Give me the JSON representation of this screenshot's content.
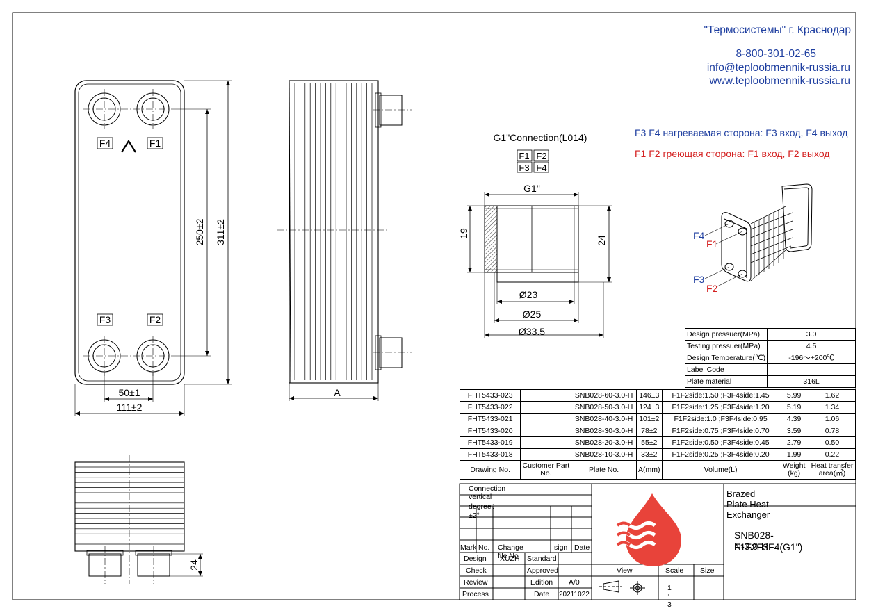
{
  "company": {
    "name": "\"Термосистемы\" г. Краснодар",
    "phone": "8-800-301-02-65",
    "email": "info@teploobmennik-russia.ru",
    "website": "www.teploobmennik-russia.ru"
  },
  "notes": {
    "f3f4": "F3 F4 нагреваемая сторона: F3  вход, F4 выход",
    "f1f2": "F1 F2 греющая сторона: F1  вход, F2 выход",
    "f3f4_color": "#1f3fa0",
    "f1f2_color": "#d42020"
  },
  "front_view": {
    "ports": [
      "F4",
      "F1",
      "F3",
      "F2"
    ],
    "dim_height_inner": "250±2",
    "dim_height_outer": "311±2",
    "dim_port_spacing": "50±1",
    "dim_width": "111±2"
  },
  "side_view": {
    "dim_a": "A"
  },
  "bottom_view": {
    "dim_24": "24"
  },
  "connection": {
    "title": "G1\"Connection(L014)",
    "legend": [
      "F1",
      "F2",
      "F3",
      "F4"
    ],
    "thread": "G1\"",
    "dim_19": "19",
    "dim_24": "24",
    "dia_23": "Ø23",
    "dia_25": "Ø25",
    "dia_33": "Ø33.5"
  },
  "iso_view": {
    "labels": [
      "F4",
      "F1",
      "F3",
      "F2"
    ],
    "blue": "#1f3fa0",
    "red": "#d42020"
  },
  "spec_table": [
    {
      "label": "Design pressuer(MPa)",
      "value": "3.0"
    },
    {
      "label": "Testing pressuer(MPa)",
      "value": "4.5"
    },
    {
      "label": "Design Temperature(℃)",
      "value": "-196～+200℃"
    },
    {
      "label": "Label Code",
      "value": ""
    },
    {
      "label": "Plate material",
      "value": "316L"
    }
  ],
  "models": [
    {
      "drawing": "FHT5433-023",
      "customer": "",
      "plate": "SNB028-60-3.0-H",
      "a": "146±3",
      "volume": "F1F2side:1.50 ;F3F4side:1.45",
      "weight": "5.99",
      "area": "1.62"
    },
    {
      "drawing": "FHT5433-022",
      "customer": "",
      "plate": "SNB028-50-3.0-H",
      "a": "124±3",
      "volume": "F1F2side:1.25 ;F3F4side:1.20",
      "weight": "5.19",
      "area": "1.34"
    },
    {
      "drawing": "FHT5433-021",
      "customer": "",
      "plate": "SNB028-40-3.0-H",
      "a": "101±2",
      "volume": "F1F2side:1.0 ;F3F4side:0.95",
      "weight": "4.39",
      "area": "1.06"
    },
    {
      "drawing": "FHT5433-020",
      "customer": "",
      "plate": "SNB028-30-3.0-H",
      "a": "78±2",
      "volume": "F1F2side:0.75 ;F3F4side:0.70",
      "weight": "3.59",
      "area": "0.78"
    },
    {
      "drawing": "FHT5433-019",
      "customer": "",
      "plate": "SNB028-20-3.0-H",
      "a": "55±2",
      "volume": "F1F2side:0.50 ;F3F4side:0.45",
      "weight": "2.79",
      "area": "0.50"
    },
    {
      "drawing": "FHT5433-018",
      "customer": "",
      "plate": "SNB028-10-3.0-H",
      "a": "33±2",
      "volume": "F1F2side:0.25 ;F3F4side:0.20",
      "weight": "1.99",
      "area": "0.22"
    }
  ],
  "model_headers": {
    "drawing": "Drawing No.",
    "customer": "Customer Part No.",
    "plate": "Plate No.",
    "a": "A(mm)",
    "volume": "Volume(L)",
    "weight": "Weight (kg)",
    "area": "Heat transfer area(㎡)"
  },
  "title_block": {
    "connection_degree": "Connection vertical degree：±2°",
    "rev_headers": [
      "Mark",
      "No.",
      "Change file No",
      "sign",
      "Date"
    ],
    "design_label": "Design",
    "design_value": "XUZH",
    "standard_label": "Standard",
    "check_label": "Check",
    "approved_label": "Approved",
    "review_label": "Review",
    "edition_label": "Edition",
    "edition_value": "A/0",
    "process_label": "Process",
    "date_label": "Date",
    "date_value": "20211022",
    "view_label": "View",
    "scale_label": "Scale",
    "scale_value": "1 : 3",
    "size_label": "Size",
    "product_title": "Brazed Plate Heat Exchanger",
    "product_model_1": "SNB028-N-3.0-H",
    "product_model_2": "F1F2F3F4(G1\")",
    "logo_color": "#e8433a"
  }
}
